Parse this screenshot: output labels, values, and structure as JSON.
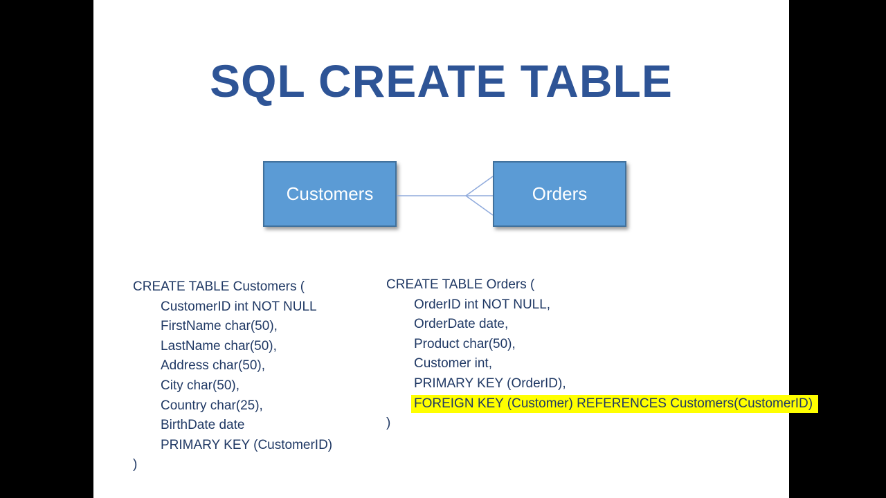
{
  "slide": {
    "title": "SQL CREATE TABLE",
    "diagram": {
      "entities": [
        {
          "label": "Customers"
        },
        {
          "label": "Orders"
        }
      ],
      "relationship": {
        "type": "one-to-many",
        "notation": "crow-foot",
        "from": "Customers",
        "to": "Orders"
      }
    },
    "code_blocks": [
      {
        "name": "customers-create-table",
        "lines": [
          {
            "text": "CREATE TABLE Customers ("
          },
          {
            "text": "CustomerID int NOT NULL"
          },
          {
            "text": "FirstName char(50),"
          },
          {
            "text": "LastName char(50),"
          },
          {
            "text": "Address char(50),"
          },
          {
            "text": "City char(50),"
          },
          {
            "text": "Country char(25),"
          },
          {
            "text": "BirthDate date"
          },
          {
            "text": "PRIMARY KEY (CustomerID)"
          },
          {
            "text": ")"
          }
        ]
      },
      {
        "name": "orders-create-table",
        "lines": [
          {
            "text": "CREATE TABLE Orders ("
          },
          {
            "text": "OrderID int NOT NULL,"
          },
          {
            "text": "OrderDate date,"
          },
          {
            "text": "Product char(50),"
          },
          {
            "text": "Customer int,"
          },
          {
            "text": "PRIMARY KEY (OrderID),"
          },
          {
            "text": "FOREIGN KEY (Customer) REFERENCES Customers(CustomerID)",
            "highlighted": true
          },
          {
            "text": ")"
          }
        ]
      }
    ],
    "colors": {
      "title_text": "#2E5496",
      "entity_fill": "#5B9BD5",
      "entity_border": "#41719C",
      "entity_text": "#FFFFFF",
      "connector": "#8FAADC",
      "code_text": "#1F3864",
      "highlight": "#FFFF00",
      "letterbox": "#000000",
      "slide_background": "#FFFFFF"
    }
  }
}
